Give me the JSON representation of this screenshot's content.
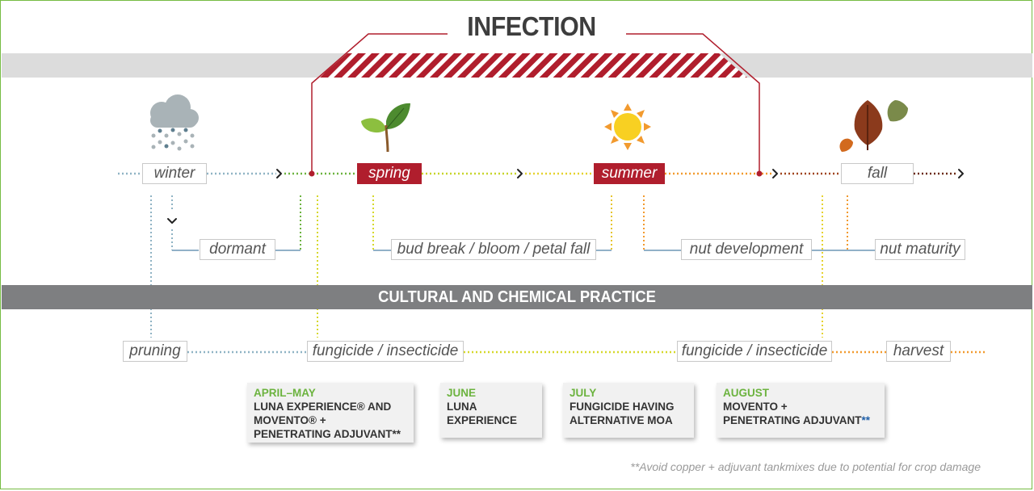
{
  "diagram": {
    "title": "INFECTION",
    "band_label": "CULTURAL AND CHEMICAL PRACTICE",
    "seasons": [
      {
        "key": "winter",
        "label": "winter",
        "icon": "snow-cloud-icon",
        "highlighted": false
      },
      {
        "key": "spring",
        "label": "spring",
        "icon": "leaf-icon",
        "highlighted": true
      },
      {
        "key": "summer",
        "label": "summer",
        "icon": "sun-icon",
        "highlighted": true
      },
      {
        "key": "fall",
        "label": "fall",
        "icon": "autumn-leaves-icon",
        "highlighted": false
      }
    ],
    "stages": [
      "dormant",
      "bud break / bloom / petal fall",
      "nut development",
      "nut maturity"
    ],
    "practices": [
      "pruning",
      "fungicide / insecticide",
      "fungicide / insecticide",
      "harvest"
    ],
    "cards": [
      {
        "month": "APRIL–MAY",
        "lines": [
          "LUNA EXPERIENCE® AND",
          "MOVENTO® +",
          "PENETRATING ADJUVANT**"
        ]
      },
      {
        "month": "JUNE",
        "lines": [
          "LUNA",
          "EXPERIENCE"
        ]
      },
      {
        "month": "JULY",
        "lines": [
          "FUNGICIDE HAVING",
          "ALTERNATIVE MOA"
        ]
      },
      {
        "month": "AUGUST",
        "lines": [
          "MOVENTO +",
          "PENETRATING ADJUVANT"
        ],
        "suffix": "**"
      }
    ],
    "footnote": "**Avoid copper + adjuvant tankmixes due to potential for crop damage",
    "colors": {
      "infection_red": "#b01e2d",
      "band_gray": "#7e7f81",
      "top_band_gray": "#dcdcdc",
      "winter_blue": "#8fb3c4",
      "spring_green": "#6cb33f",
      "spring_yellow": "#d6d82a",
      "summer_orange": "#f29a2e",
      "fall_brown": "#8b3a1c",
      "month_green": "#6cb33f"
    }
  }
}
